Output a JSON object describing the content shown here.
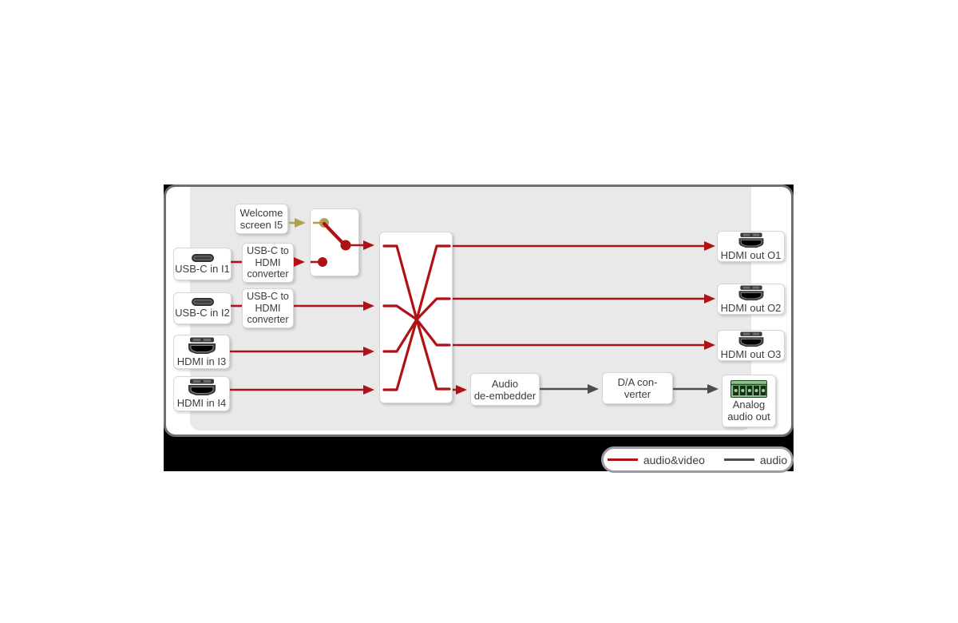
{
  "diagram": {
    "welcome": {
      "line1": "Welcome",
      "line2": "screen I5"
    },
    "inputs": [
      {
        "label": "USB-C in I1",
        "type": "usb-c"
      },
      {
        "label": "USB-C in I2",
        "type": "usb-c"
      },
      {
        "label": "HDMI in I3",
        "type": "hdmi"
      },
      {
        "label": "HDMI in I4",
        "type": "hdmi"
      }
    ],
    "converter": {
      "line1": "USB-C to",
      "line2": "HDMI",
      "line3": "converter"
    },
    "audio_deembedder": {
      "line1": "Audio",
      "line2": "de-embedder"
    },
    "da_converter": {
      "line1": "D/A con-",
      "line2": "verter"
    },
    "outputs": [
      {
        "label": "HDMI out O1",
        "type": "hdmi"
      },
      {
        "label": "HDMI out O2",
        "type": "hdmi"
      },
      {
        "label": "HDMI out O3",
        "type": "hdmi"
      }
    ],
    "analog_out": {
      "line1": "Analog",
      "line2": "audio out"
    }
  },
  "legend": {
    "audio_video": "audio&video",
    "audio": "audio"
  },
  "colors": {
    "audio_video": "#b01117",
    "audio": "#4d4d4d",
    "welcome": "#b3a04a"
  }
}
